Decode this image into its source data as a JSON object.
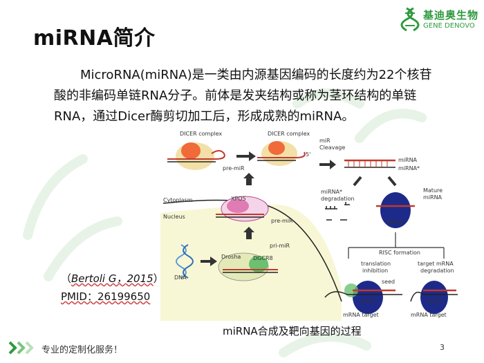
{
  "title": "miRNA简介",
  "logo": {
    "cn": "基迪奥生物",
    "en": "GENE DENOVO"
  },
  "intro": {
    "line1": "MicroRNA(miRNA)是一类由内源基因编码的长度约为22个核苷",
    "line2": "酸的非编码单链RNA分子。前体是发夹结构或称为茎环结构的单链",
    "line3": "RNA，通过Dicer酶剪切加工后，形成成熟的miRNA。"
  },
  "diagram": {
    "dicer_complex_1": "DICER complex",
    "dicer_complex_2": "DICER complex",
    "pre_mir_1": "pre-miR",
    "five_prime": "5'",
    "mir_cleavage_1": "miR",
    "mir_cleavage_2": "Cleavage",
    "mirna": "miRNA",
    "mirna_star": "miRNA*",
    "mirna_star_deg_1": "miRNA*",
    "mirna_star_deg_2": "degradation",
    "mature_1": "Mature",
    "mature_2": "miRNA",
    "cytoplasm": "Cytoplasm",
    "nucleus": "Nucleus",
    "xpo5": "XPO5",
    "pre_mir_2": "pre-miR",
    "ago2_1": "AGO2",
    "risc": "RISC formation",
    "pri_mir": "pri-miR",
    "drosha": "Drosha",
    "dgcr8": "DGCR8",
    "dna": "DNA",
    "transl_1": "translation",
    "transl_2": "inhibition",
    "target_1": "target mRNA",
    "target_2": "degradation",
    "seed": "seed",
    "ago2_2": "AGO2",
    "ago2_3": "AGO2",
    "mrna_target_1": "mRNA target",
    "mrna_target_2": "mRNA target"
  },
  "reference": {
    "open": "（",
    "author": "Bertoli G，2015",
    "close": "）",
    "pmid": "PMID：26199650"
  },
  "caption": "miRNA合成及靶向基因的过程",
  "footer": {
    "text": "专业的定制化服务！",
    "page": "3"
  },
  "colors": {
    "brand_green": "#2e9a3e",
    "watermark": "#e6f3e6"
  }
}
